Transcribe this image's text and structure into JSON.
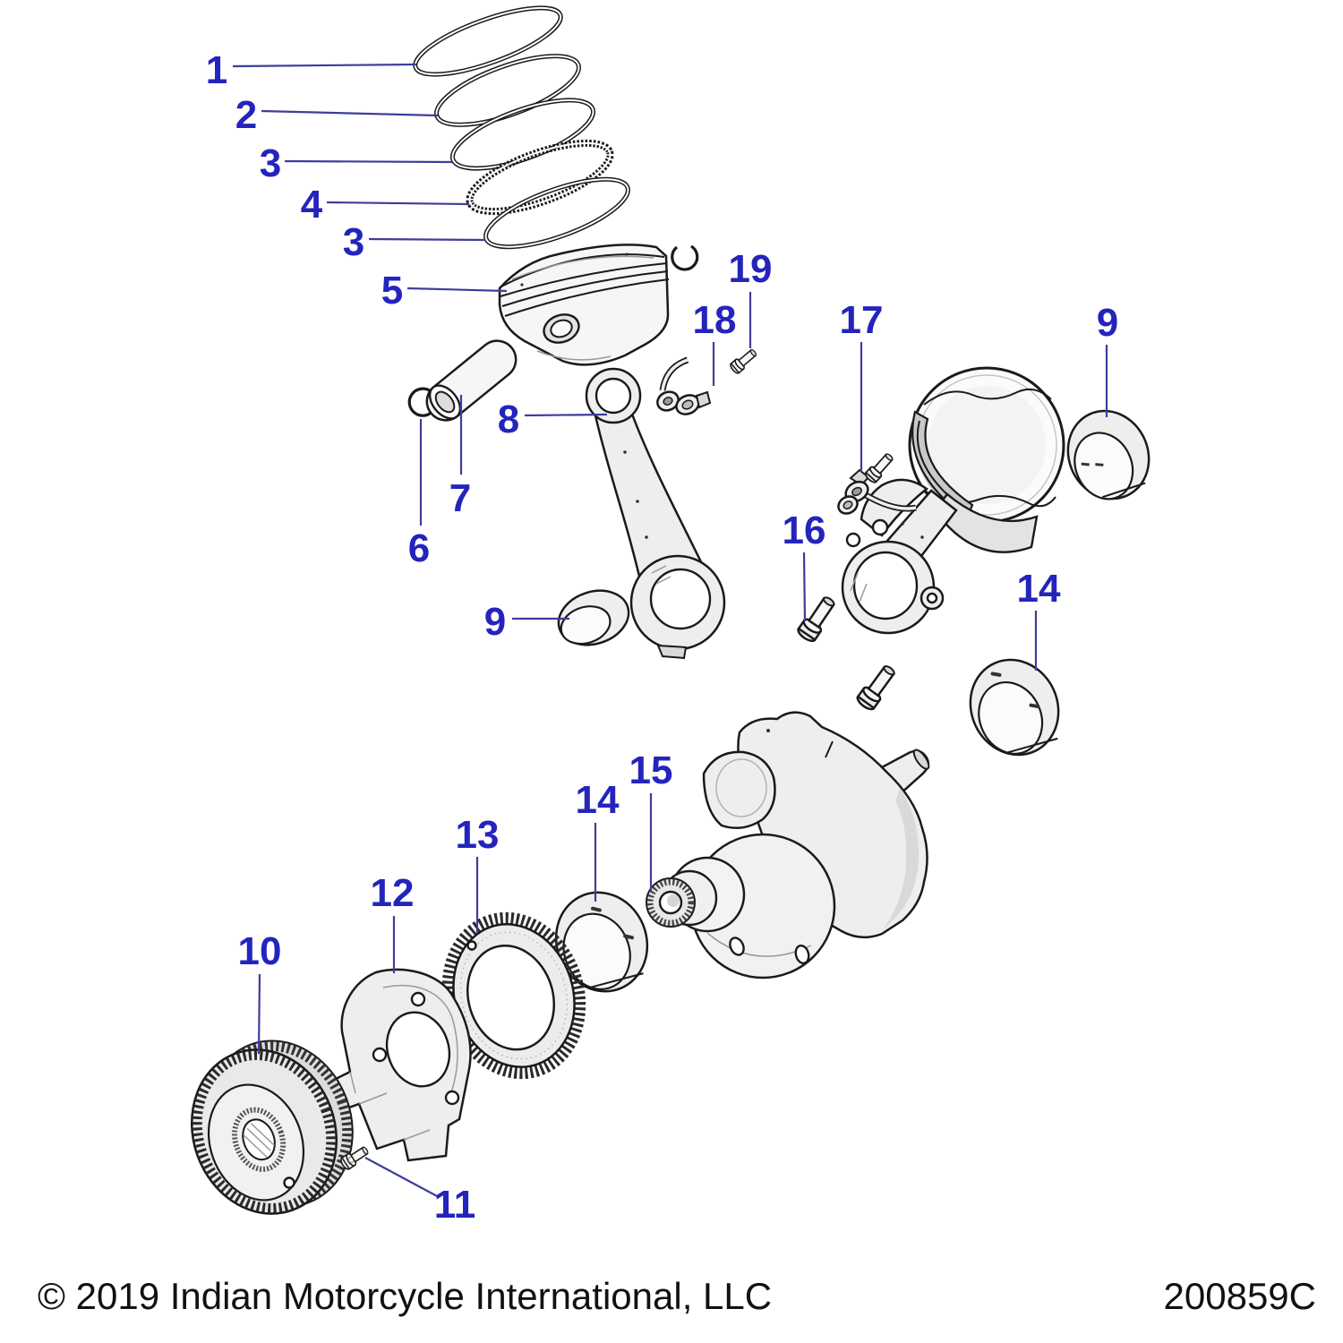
{
  "diagram": {
    "copyright": "© 2019 Indian Motorcycle International, LLC",
    "document_code": "200859C",
    "callouts": [
      {
        "label": "1"
      },
      {
        "label": "2"
      },
      {
        "label": "3"
      },
      {
        "label": "4"
      },
      {
        "label": "3"
      },
      {
        "label": "5"
      },
      {
        "label": "6"
      },
      {
        "label": "7"
      },
      {
        "label": "8"
      },
      {
        "label": "9"
      },
      {
        "label": "9"
      },
      {
        "label": "10"
      },
      {
        "label": "11"
      },
      {
        "label": "12"
      },
      {
        "label": "13"
      },
      {
        "label": "14"
      },
      {
        "label": "14"
      },
      {
        "label": "15"
      },
      {
        "label": "16"
      },
      {
        "label": "17"
      },
      {
        "label": "18"
      },
      {
        "label": "19"
      }
    ],
    "colors": {
      "callout_text": "#2424bd",
      "leader_line": "#3d3d9c",
      "artwork_line": "#1a1a1a",
      "background": "#ffffff"
    }
  }
}
